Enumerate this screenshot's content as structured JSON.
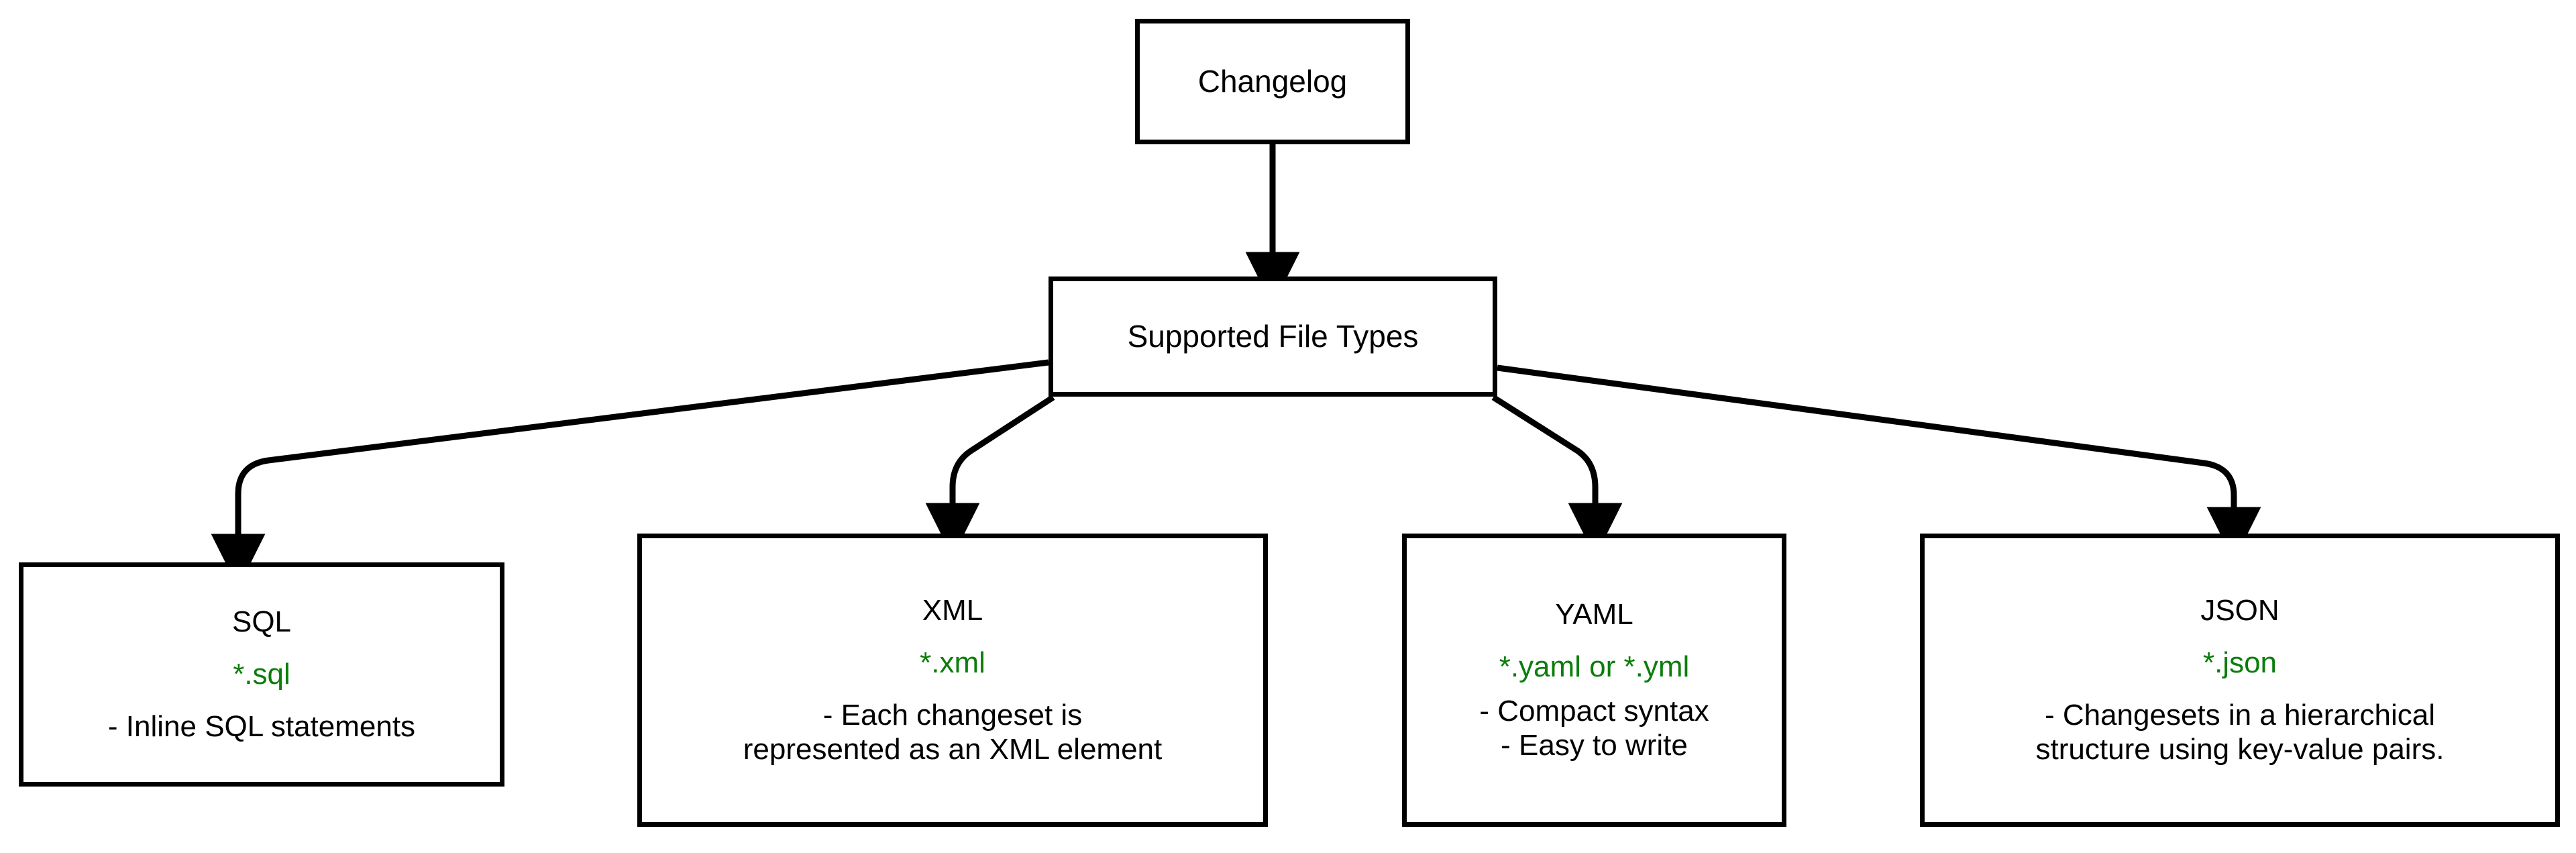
{
  "diagram": {
    "type": "flowchart",
    "orientation": "top-down",
    "background_color": "#ffffff",
    "line_color": "#000000",
    "accent_color": "#0b7d0b",
    "root": {
      "id": "changelog",
      "label": "Changelog"
    },
    "group": {
      "id": "supported-file-types",
      "label": "Supported File Types"
    },
    "file_types": [
      {
        "id": "sql",
        "title": "SQL",
        "extension": "*.sql",
        "description_lines": [
          "- Inline SQL statements"
        ]
      },
      {
        "id": "xml",
        "title": "XML",
        "extension": "*.xml",
        "description_lines": [
          "- Each changeset is",
          "represented as an XML element"
        ]
      },
      {
        "id": "yaml",
        "title": "YAML",
        "extension": "*.yaml or *.yml",
        "description_lines": [
          "- Compact syntax",
          "- Easy to write"
        ]
      },
      {
        "id": "json",
        "title": "JSON",
        "extension": "*.json",
        "description_lines": [
          "- Changesets in a hierarchical",
          "structure using key-value pairs."
        ]
      }
    ],
    "edges": [
      {
        "from": "changelog",
        "to": "supported-file-types"
      },
      {
        "from": "supported-file-types",
        "to": "sql"
      },
      {
        "from": "supported-file-types",
        "to": "xml"
      },
      {
        "from": "supported-file-types",
        "to": "yaml"
      },
      {
        "from": "supported-file-types",
        "to": "json"
      }
    ]
  }
}
